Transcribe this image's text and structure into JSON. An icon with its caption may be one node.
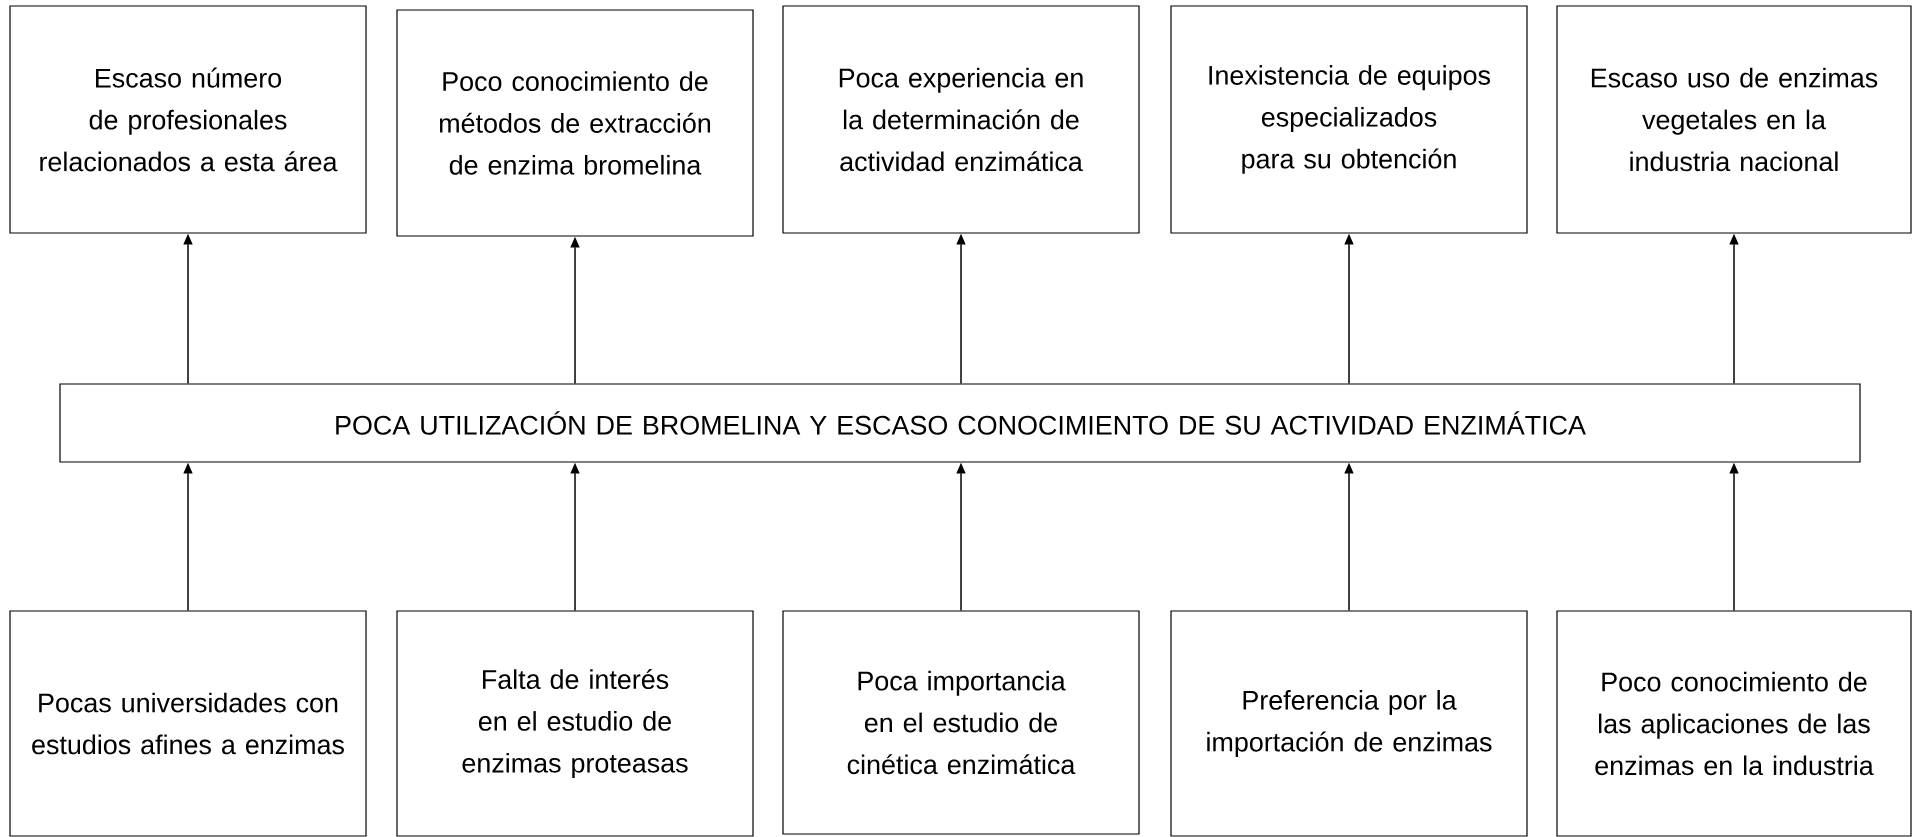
{
  "diagram": {
    "nodes": [
      {
        "text": [
          "Escaso número de profesionales relacionados a esta área"
        ]
      },
      {
        "text": [
          "Poco conocimiento de métodos de extracción de enzima bromelina"
        ]
      },
      {
        "text": [
          "Poca experiencia en la determinación de actividad enzimática"
        ]
      },
      {
        "text": [
          "Inexistencia de equipos especializados para su obtención"
        ]
      },
      {
        "text": [
          "Escaso uso de enzimas vegetales en la industria nacional"
        ]
      },
      {
        "text": [
          "POCA UTILIZACIÓN DE BROMELINA Y ESCASO CONOCIMIENTO DE SU ACTIVIDAD ENZIMÁTICA"
        ]
      },
      {
        "text": [
          "Pocas universidades con estudios afines a enzimas"
        ]
      },
      {
        "text": [
          "Falta de interés en el estudio de enzimas proteasas"
        ]
      },
      {
        "text": [
          "Poca importancia en el estudio de cinética enzimática"
        ]
      },
      {
        "text": [
          "Preferencia por la importación de enzimas"
        ]
      },
      {
        "text": [
          "Poco conocimiento de las aplicaciones de las enzimas en la industria"
        ]
      }
    ],
    "edges": [
      {
        "from": 5,
        "to": 0,
        "arrow": "to"
      },
      {
        "from": 5,
        "to": 1,
        "arrow": "to"
      },
      {
        "from": 5,
        "to": 2,
        "arrow": "to"
      },
      {
        "from": 5,
        "to": 3,
        "arrow": "to"
      },
      {
        "from": 5,
        "to": 4,
        "arrow": "to"
      },
      {
        "from": 6,
        "to": 5,
        "arrow": "to"
      },
      {
        "from": 7,
        "to": 5,
        "arrow": "to"
      },
      {
        "from": 8,
        "to": 5,
        "arrow": "to"
      },
      {
        "from": 9,
        "to": 5,
        "arrow": "to"
      },
      {
        "from": 10,
        "to": 5,
        "arrow": "to"
      }
    ]
  }
}
